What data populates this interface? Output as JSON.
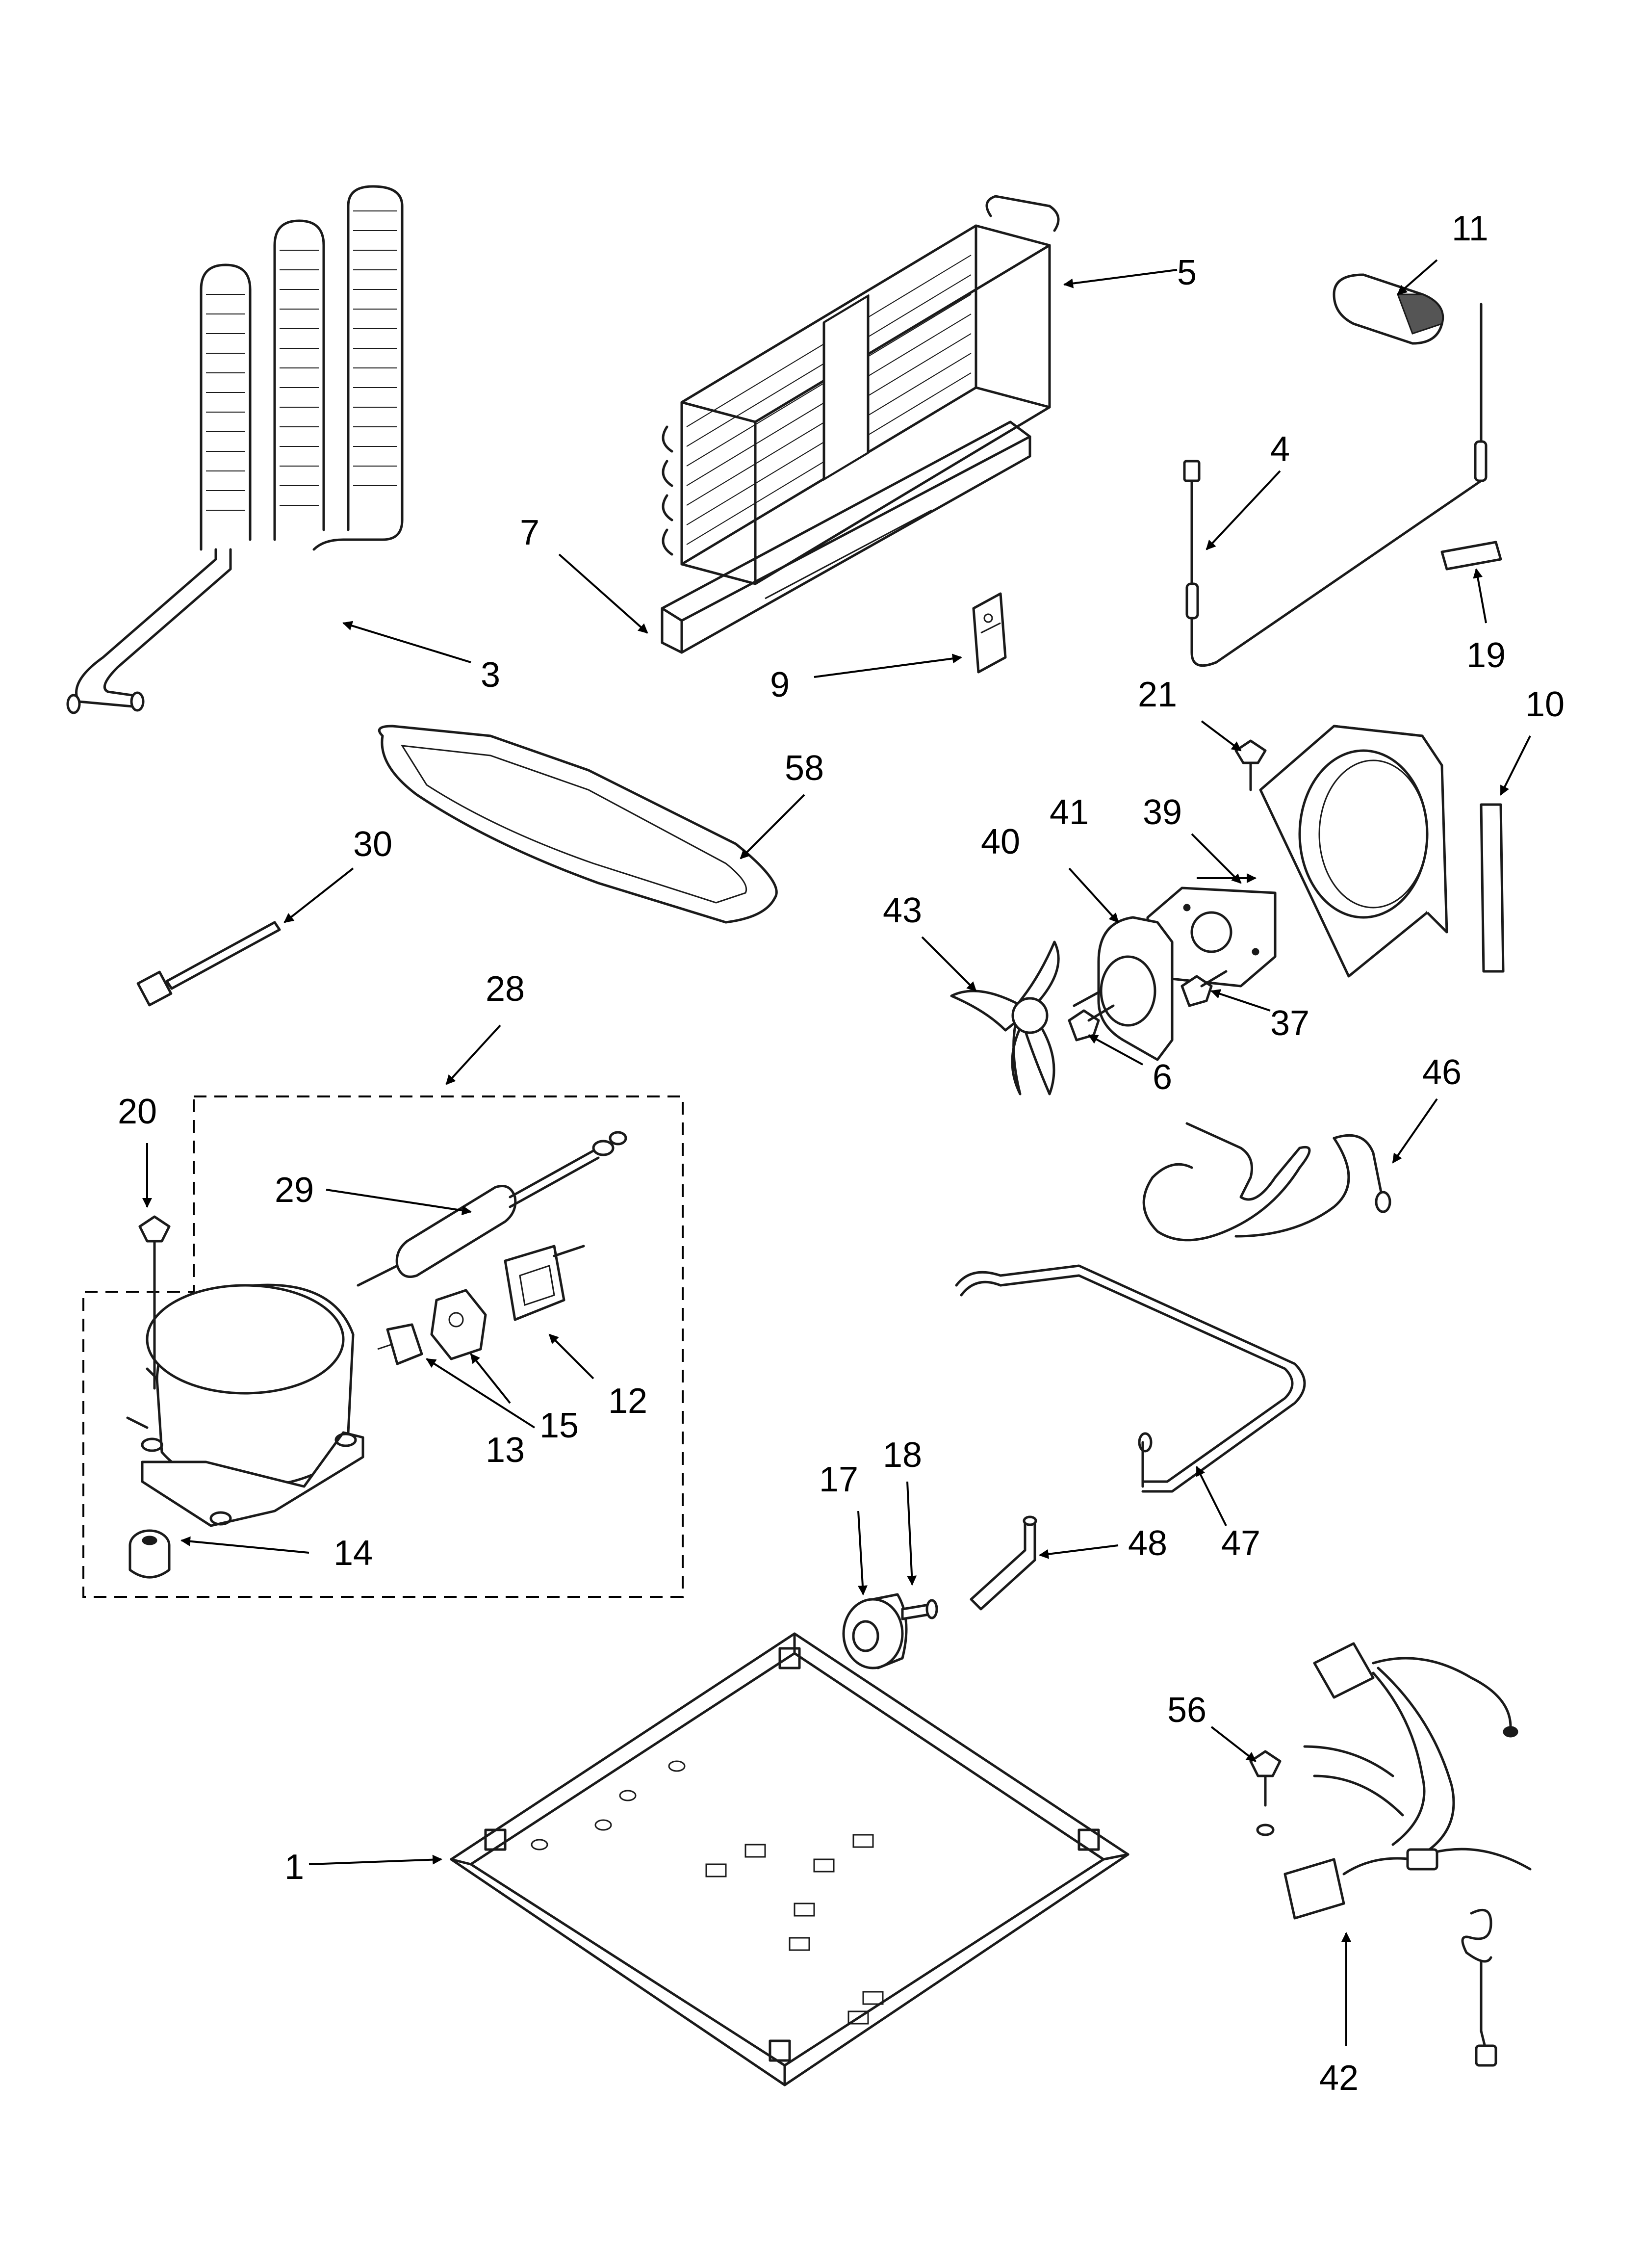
{
  "callouts": {
    "c1": "1",
    "c3": "3",
    "c4": "4",
    "c5": "5",
    "c6": "6",
    "c7": "7",
    "c9": "9",
    "c10": "10",
    "c11": "11",
    "c12": "12",
    "c13": "13",
    "c14": "14",
    "c15": "15",
    "c17": "17",
    "c18": "18",
    "c19": "19",
    "c20": "20",
    "c21": "21",
    "c28": "28",
    "c29": "29",
    "c30": "30",
    "c37": "37",
    "c39": "39",
    "c40": "40",
    "c41": "41",
    "c42": "42",
    "c43": "43",
    "c46": "46",
    "c47": "47",
    "c48": "48",
    "c56": "56",
    "c58": "58"
  }
}
